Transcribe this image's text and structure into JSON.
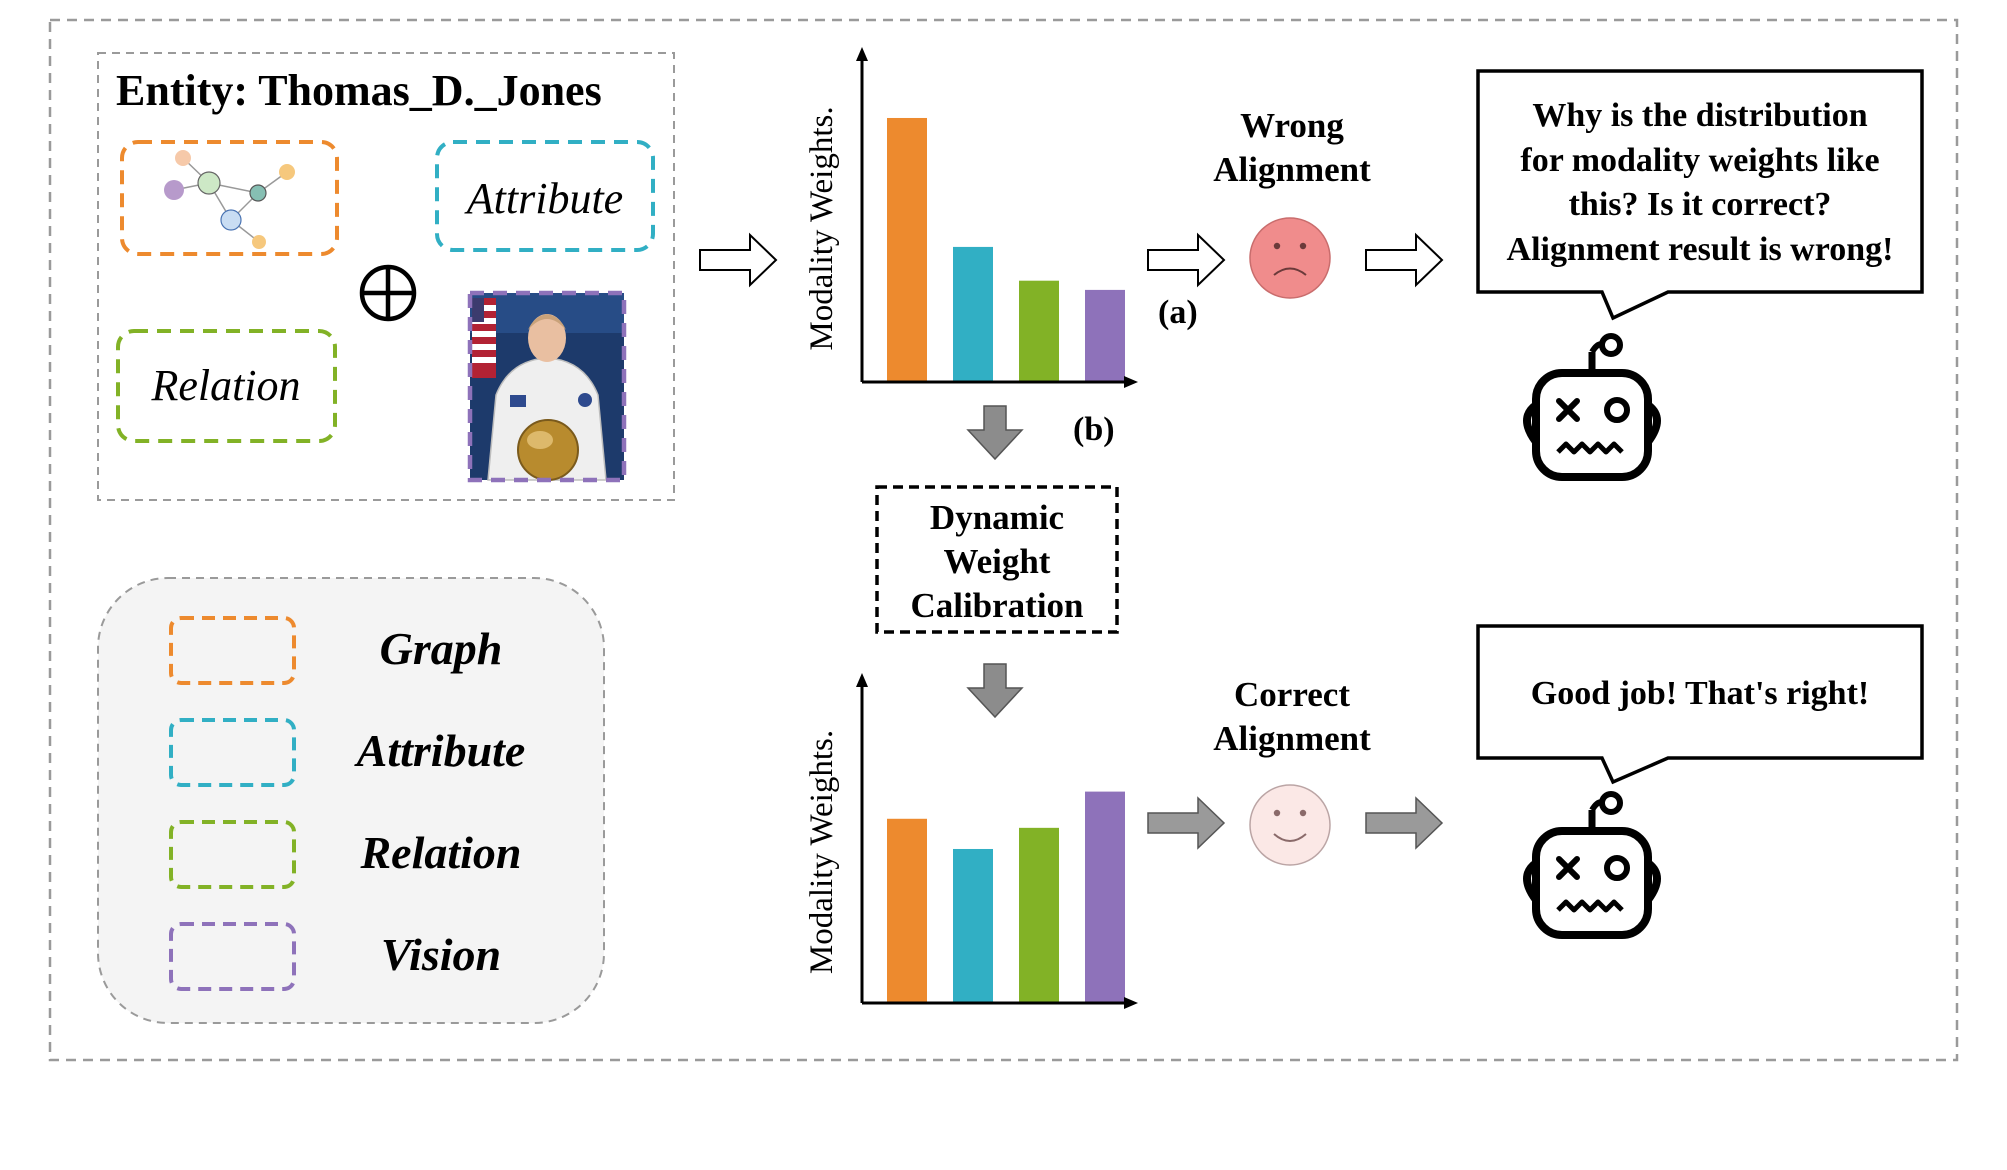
{
  "colors": {
    "graph": "#ED8A2E",
    "attribute": "#31AFC4",
    "relation": "#82B226",
    "vision": "#8E72BA",
    "sad_face": "#F08C8C",
    "happy_face": "#FBE8E6",
    "frame": "#9A9A9A"
  },
  "entity": {
    "title": "Entity: Thomas_D._Jones",
    "attribute_label": "Attribute",
    "relation_label": "Relation",
    "oplus": "⊕"
  },
  "legend": {
    "items": [
      {
        "key": "graph",
        "label": "Graph"
      },
      {
        "key": "attribute",
        "label": "Attribute"
      },
      {
        "key": "relation",
        "label": "Relation"
      },
      {
        "key": "vision",
        "label": "Vision"
      }
    ]
  },
  "chart_data": [
    {
      "type": "bar",
      "categories": [
        "Graph",
        "Attribute",
        "Relation",
        "Vision"
      ],
      "values": [
        0.86,
        0.44,
        0.33,
        0.3
      ],
      "ylabel": "Modality Weights.",
      "ylim": [
        0,
        1
      ]
    },
    {
      "type": "bar",
      "categories": [
        "Graph",
        "Attribute",
        "Relation",
        "Vision"
      ],
      "values": [
        0.61,
        0.51,
        0.58,
        0.7
      ],
      "ylabel": "Modality Weights.",
      "ylim": [
        0,
        1
      ]
    }
  ],
  "labels": {
    "a": "(a)",
    "b": "(b)",
    "calibration": [
      "Dynamic",
      "Weight",
      "Calibration"
    ],
    "wrong": [
      "Wrong",
      "Alignment"
    ],
    "correct": [
      "Correct",
      "Alignment"
    ]
  },
  "bubbles": {
    "top": [
      "Why is the distribution",
      "for modality weights like",
      "this? Is it correct?",
      "Alignment result is wrong!"
    ],
    "bottom": [
      "Good job! That's right!"
    ]
  }
}
